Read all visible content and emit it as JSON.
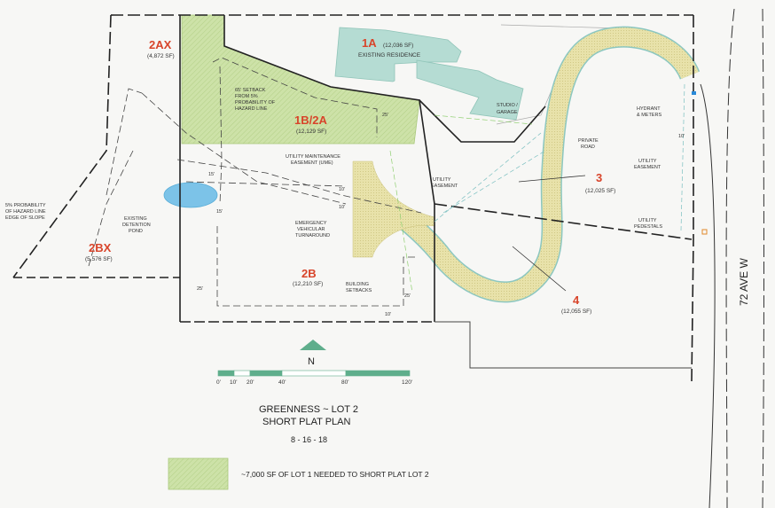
{
  "lots": {
    "lot_1a": {
      "name": "1A",
      "area": "(12,036 SF)",
      "desc": "EXISTING RESIDENCE"
    },
    "lot_2ax": {
      "name": "2AX",
      "area": "(4,872 SF)"
    },
    "lot_1b2a": {
      "name": "1B/2A",
      "area": "(12,129 SF)"
    },
    "lot_2bx": {
      "name": "2BX",
      "area": "(5,576 SF)"
    },
    "lot_2b": {
      "name": "2B",
      "area": "(12,210 SF)"
    },
    "lot_3": {
      "name": "3",
      "area": "(12,025 SF)"
    },
    "lot_4": {
      "name": "4",
      "area": "(12,055 SF)"
    }
  },
  "notes": {
    "studio": [
      "STUDIO /",
      "GARAGE"
    ],
    "setback65": [
      "65' SETBACK",
      "FROM 5%",
      "PROBABILITY OF",
      "HAZARD LINE"
    ],
    "ume": [
      "UTILITY MAINTENANCE",
      "EASEMENT (UME)"
    ],
    "hazard": [
      "5% PROBABILITY",
      "OF HAZARD LINE",
      "EDGE OF SLOPE"
    ],
    "pond": [
      "EXISTING",
      "DETENTION",
      "POND"
    ],
    "turnaround": [
      "EMERGENCY",
      "VEHICULAR",
      "TURNAROUND"
    ],
    "setbacks": [
      "BUILDING",
      "SETBACKS"
    ],
    "utility_easement_left": [
      "UTILITY",
      "EASEMENT"
    ],
    "private_road": [
      "PRIVATE",
      "ROAD"
    ],
    "hydrant": [
      "HYDRANT",
      "& METERS"
    ],
    "utility_easement_right": [
      "UTILITY",
      "EASEMENT"
    ],
    "pedestals": [
      "UTILITY",
      "PEDESTALS"
    ],
    "street": "72 AVE W"
  },
  "dimensions": {
    "d25a": "25'",
    "d15a": "15'",
    "d15b": "15'",
    "d10a": "10'",
    "d10b": "10'",
    "d25b": "25'",
    "d25c": "25'",
    "d10c": "10'",
    "d10d": "10'"
  },
  "north": "N",
  "scale_labels": [
    "0'",
    "10'",
    "20'",
    "40'",
    "80'",
    "120'"
  ],
  "title": {
    "line1": "GREENNESS ~ LOT 2",
    "line2": "SHORT PLAT PLAN",
    "date": "8 - 16 - 18"
  },
  "legend": {
    "text": "~7,000 SF OF LOT 1 NEEDED TO SHORT PLAT LOT 2"
  },
  "colors": {
    "green": "#c9dea4",
    "teal": "#a9d5cc",
    "road": "#e6e0a8",
    "pond": "#7cc3e8",
    "red": "#d8442a",
    "scale": "#5fae8c"
  }
}
